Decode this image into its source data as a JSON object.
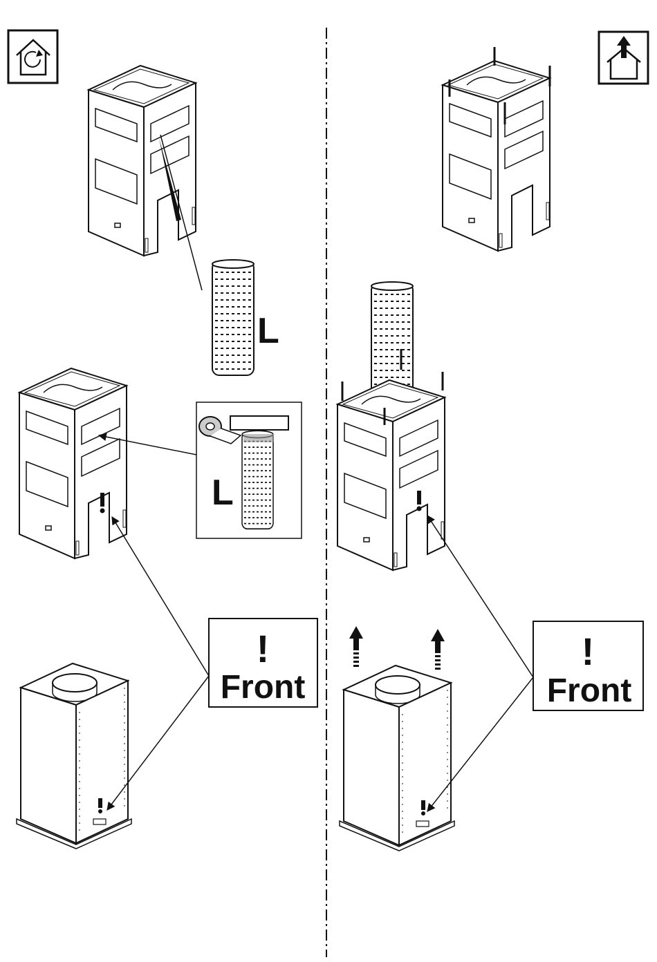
{
  "panels": {
    "left": {
      "mode_icon": "recirculation-house-icon",
      "hose_length_label": "L",
      "detail_length_label": "L",
      "front_note": {
        "mark": "!",
        "text": "Front"
      }
    },
    "right": {
      "mode_icon": "extraction-house-icon",
      "front_note": {
        "mark": "!",
        "text": "Front"
      }
    }
  },
  "colors": {
    "line": "#111111",
    "background": "#ffffff"
  }
}
